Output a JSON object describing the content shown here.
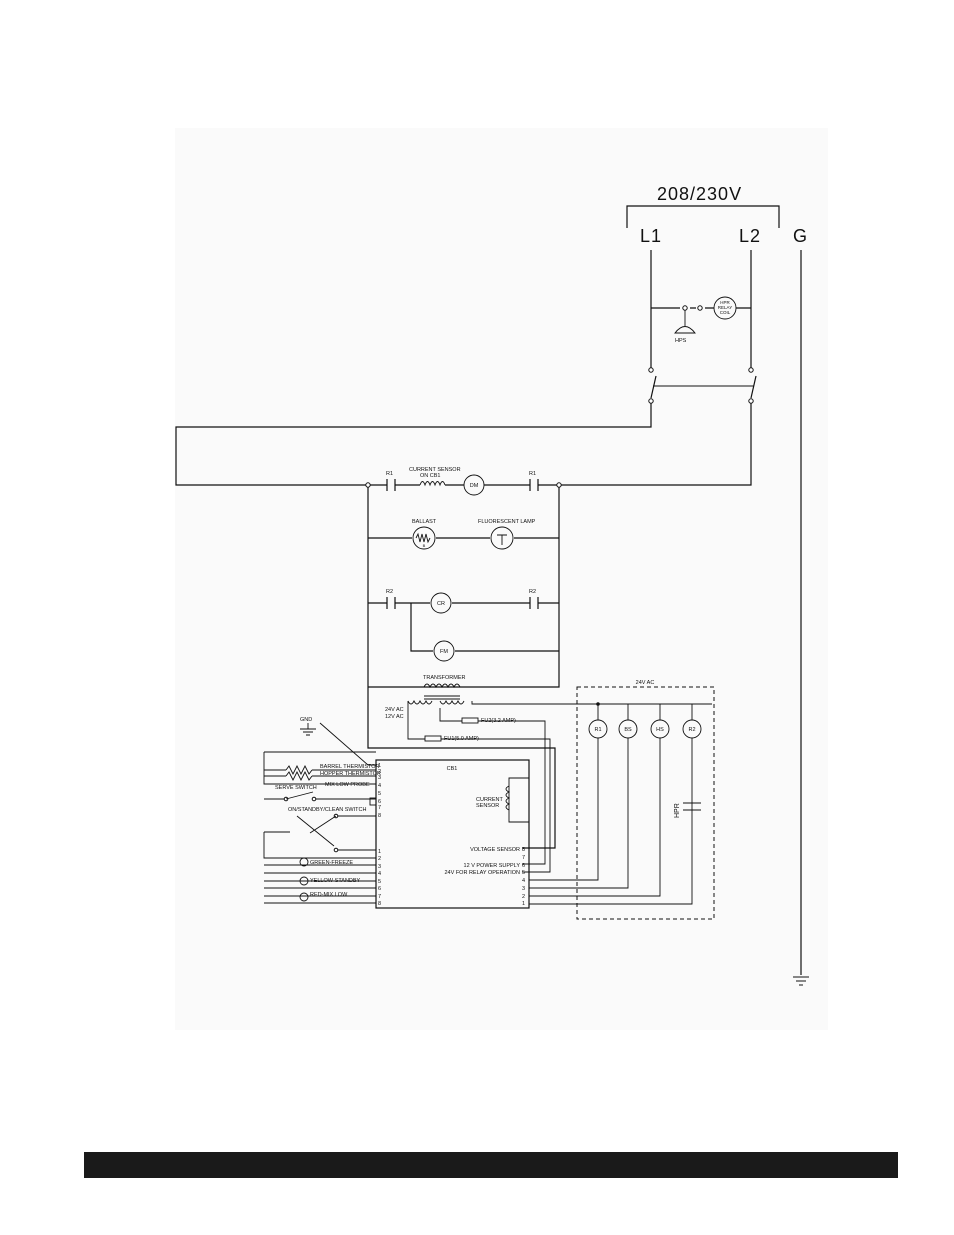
{
  "supply": {
    "voltage": "208/230V",
    "l1": "L1",
    "l2": "L2",
    "g": "G"
  },
  "components": {
    "hps": "HPS",
    "hpr_coil": [
      "HPR",
      "RELAY",
      "COIL"
    ],
    "r1": "R1",
    "r2": "R2",
    "current_sensor_on_cb1": [
      "CURRENT SENSOR",
      "ON CB1"
    ],
    "dm": "DM",
    "ballast": "BALLAST",
    "ballast_b": "B",
    "fluorescent_lamp": "FLUORESCENT LAMP",
    "cr": "CR",
    "fm": "FM",
    "transformer": "TRANSFORMER",
    "tx_24v": "24V AC",
    "tx_12v": "12V AC",
    "fu2": "FU2(3.2 AMP)",
    "fu1": "FU1(5.0 AMP)",
    "gnd": "GND",
    "cb1": "CB1",
    "cb1_current_sensor": [
      "CURRENT",
      "SENSOR"
    ],
    "relay_box_title": "24V AC",
    "relay_box_coils": [
      "R1",
      "BS",
      "HS",
      "R2"
    ],
    "hpr": "HPR"
  },
  "left_inputs": [
    "BARREL THERMISTOR",
    "HOPPER THERMISTOR",
    "MIX LOW PROBE",
    "SERVE SWITCH",
    "ON/STANDBY/CLEAN SWITCH"
  ],
  "lamps": [
    "GREEN-FREEZE",
    "YELLOW-STANDBY",
    "RED-MIX LOW"
  ],
  "right_outputs": [
    "VOLTAGE SENSOR",
    "12 V POWER SUPPLY",
    "24V FOR RELAY OPERATION"
  ],
  "pins_upper": [
    "1",
    "2",
    "3",
    "4",
    "5",
    "6",
    "7",
    "8"
  ],
  "pins_lower": [
    "1",
    "2",
    "3",
    "4",
    "5",
    "6",
    "7",
    "8"
  ],
  "pins_right": [
    "8",
    "7",
    "6",
    "5",
    "4",
    "3",
    "2",
    "1"
  ]
}
